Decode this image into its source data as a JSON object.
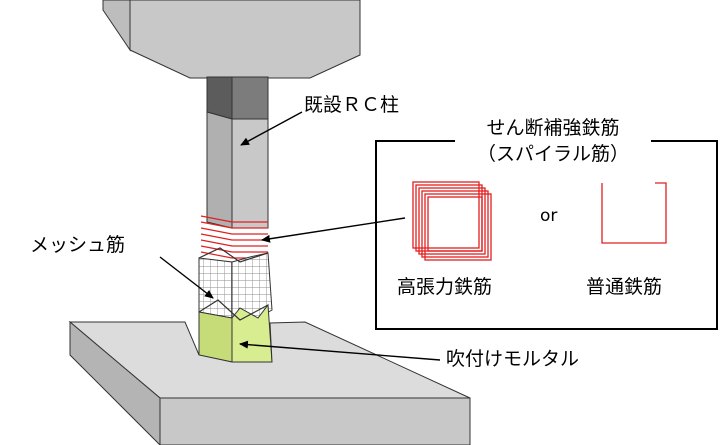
{
  "labels": {
    "existing_column": "既設ＲＣ柱",
    "mesh_rebar": "メッシュ筋",
    "shotcrete_mortar": "吹付けモルタル"
  },
  "legend": {
    "title_line1": "せん断補強鉄筋",
    "title_line2": "（スパイラル筋）",
    "high_tensile": "高張力鉄筋",
    "or_text": "or",
    "ordinary": "普通鉄筋"
  },
  "colors": {
    "rebar_red": "#e02020",
    "column_gray": "#c8c8c8",
    "mortar_green": "#d8ec90",
    "slab_top": "#dadada",
    "slab_front": "#c4c4c4",
    "capital_dark": "#7a7a7a"
  }
}
